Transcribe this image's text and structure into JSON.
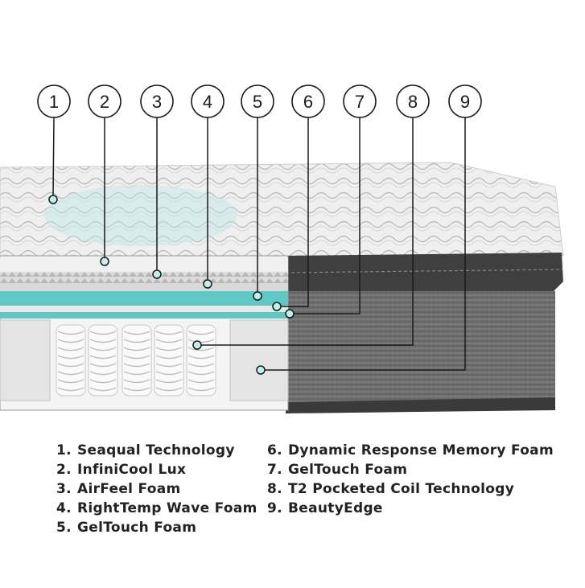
{
  "callouts": [
    {
      "number": "1",
      "label": "Seaqual Technology"
    },
    {
      "number": "2",
      "label": "InfiniCool Lux"
    },
    {
      "number": "3",
      "label": "AirFeel Foam"
    },
    {
      "number": "4",
      "label": "RightTemp Wave Foam"
    },
    {
      "number": "5",
      "label": "GelTouch Foam"
    },
    {
      "number": "6",
      "label": "Dynamic Response Memory Foam"
    },
    {
      "number": "7",
      "label": "GelTouch Foam"
    },
    {
      "number": "8",
      "label": "T2 Pocketed Coil Technology"
    },
    {
      "number": "9",
      "label": "BeautyEdge"
    }
  ],
  "legend_left": [
    {
      "num": "1.",
      "text": "Seaqual Technology"
    },
    {
      "num": "2.",
      "text": "InfiniCool Lux"
    },
    {
      "num": "3.",
      "text": "AirFeel Foam"
    },
    {
      "num": "4.",
      "text": "RightTemp Wave Foam"
    },
    {
      "num": "5.",
      "text": "GelTouch Foam"
    }
  ],
  "legend_right": [
    {
      "num": "6.",
      "text": "Dynamic Response Memory Foam"
    },
    {
      "num": "7.",
      "text": "GelTouch Foam"
    },
    {
      "num": "8.",
      "text": "T2 Pocketed Coil Technology"
    },
    {
      "num": "9.",
      "text": "BeautyEdge"
    }
  ],
  "colors": {
    "teal": "#5ec8c4",
    "dark_fabric": "#4a4a4a",
    "light_fabric": "#e6e6e6"
  }
}
